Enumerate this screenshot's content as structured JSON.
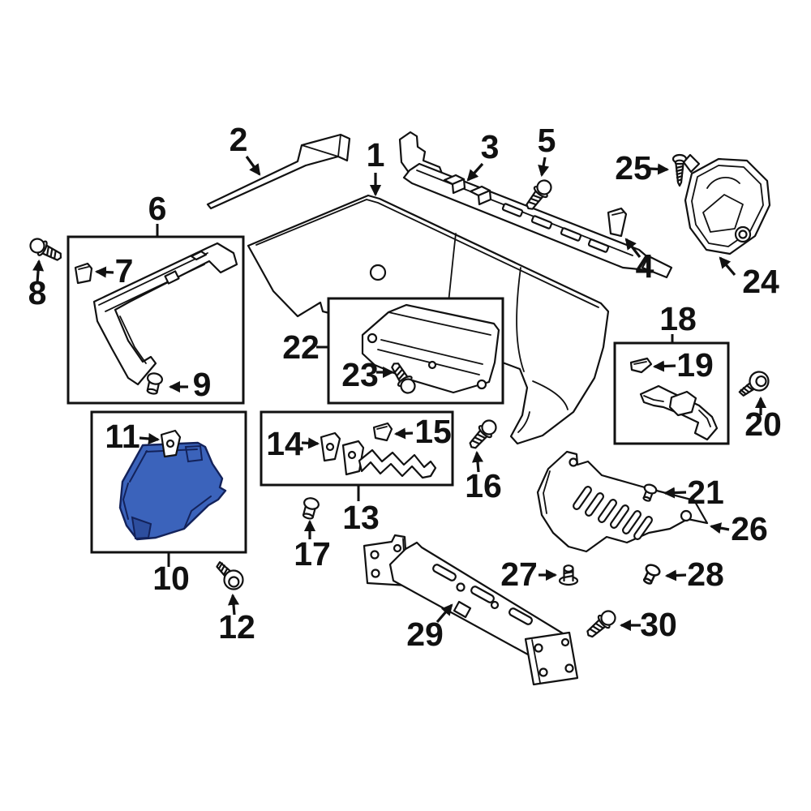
{
  "diagram": {
    "kind": "exploded-parts-diagram",
    "subject": "rear bumper components",
    "background": "#ffffff",
    "line_color": "#111111",
    "highlight_fill": "#3b63bb",
    "highlight_stroke": "#13225a",
    "highlighted_part_number": "10"
  },
  "parts": {
    "1": {
      "label": "1",
      "kind": "bumper-cover"
    },
    "2": {
      "label": "2",
      "kind": "trim-strip"
    },
    "3": {
      "label": "3",
      "kind": "absorber-rail"
    },
    "4": {
      "label": "4",
      "kind": "clip"
    },
    "5": {
      "label": "5",
      "kind": "screw"
    },
    "6": {
      "label": "6",
      "kind": "boxed-group"
    },
    "7": {
      "label": "7",
      "kind": "clip"
    },
    "8": {
      "label": "8",
      "kind": "screw"
    },
    "9": {
      "label": "9",
      "kind": "grommet"
    },
    "10": {
      "label": "10",
      "kind": "boxed-group-highlighted"
    },
    "11": {
      "label": "11",
      "kind": "clip"
    },
    "12": {
      "label": "12",
      "kind": "washer-screw"
    },
    "13": {
      "label": "13",
      "kind": "boxed-group"
    },
    "14": {
      "label": "14",
      "kind": "clip"
    },
    "15": {
      "label": "15",
      "kind": "clip"
    },
    "16": {
      "label": "16",
      "kind": "screw"
    },
    "17": {
      "label": "17",
      "kind": "grommet"
    },
    "18": {
      "label": "18",
      "kind": "boxed-group"
    },
    "19": {
      "label": "19",
      "kind": "clip"
    },
    "20": {
      "label": "20",
      "kind": "washer-screw"
    },
    "21": {
      "label": "21",
      "kind": "push-pin"
    },
    "22": {
      "label": "22",
      "kind": "boxed-group"
    },
    "23": {
      "label": "23",
      "kind": "screw"
    },
    "24": {
      "label": "24",
      "kind": "bracket"
    },
    "25": {
      "label": "25",
      "kind": "tapping-screw"
    },
    "26": {
      "label": "26",
      "kind": "skid-plate"
    },
    "27": {
      "label": "27",
      "kind": "stud"
    },
    "28": {
      "label": "28",
      "kind": "push-pin"
    },
    "29": {
      "label": "29",
      "kind": "impact-bar"
    },
    "30": {
      "label": "30",
      "kind": "screw"
    }
  }
}
